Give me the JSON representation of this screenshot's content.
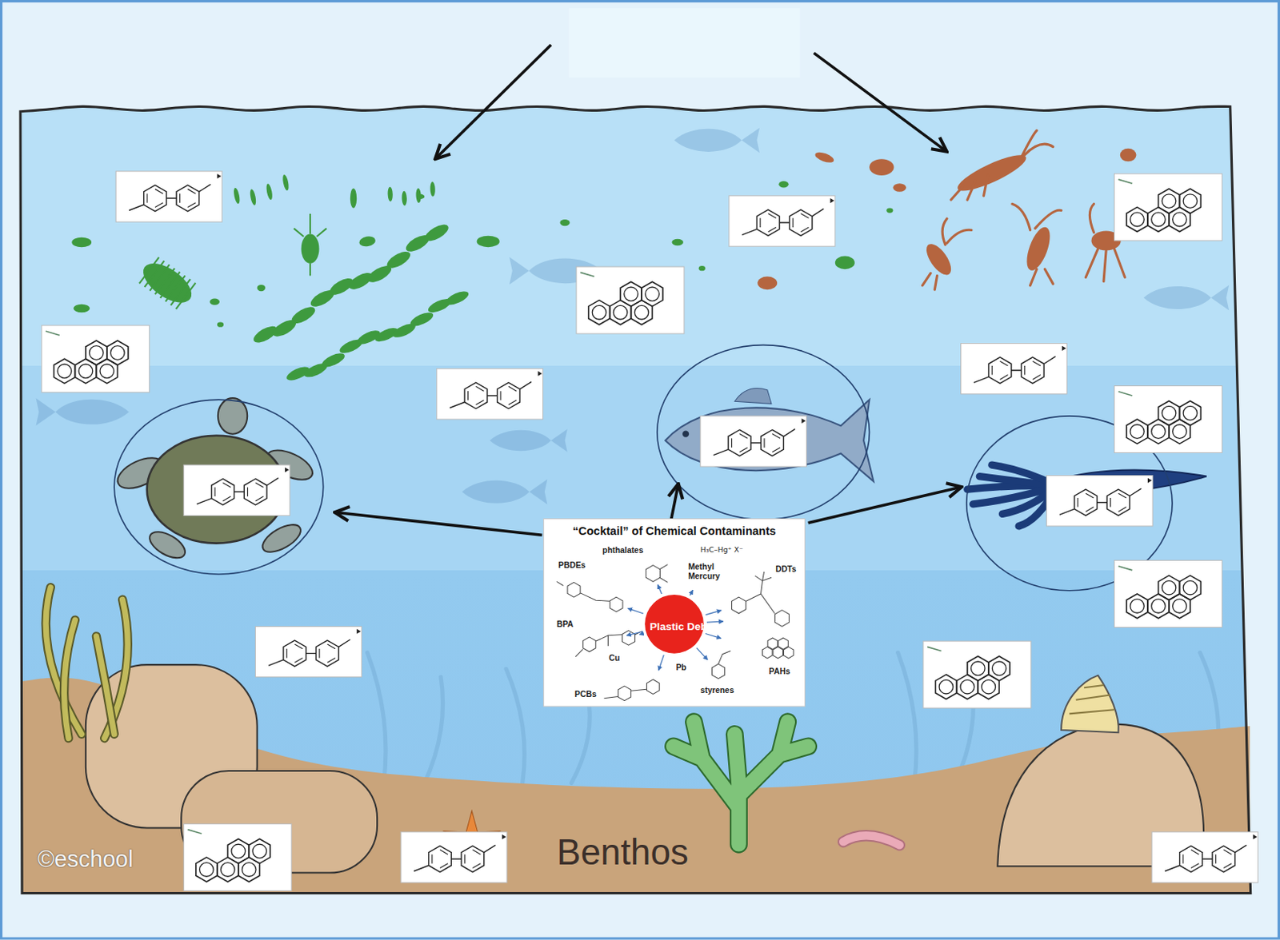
{
  "diagram": {
    "nodes": [
      {
        "text": [
          "“Cocktail” of Chemical Contaminants"
        ]
      },
      {
        "text": [
          "Plastic Debris"
        ],
        "in": 0
      }
    ],
    "labels": [
      "phthalates",
      "H₃C–Hg⁺ X⁻",
      "PBDEs",
      "Methyl Mercury",
      "DDTs",
      "BPA",
      "Cu",
      "Pb",
      "PAHs",
      "PCBs",
      "styrenes",
      "Benthos",
      "©eschool"
    ]
  }
}
